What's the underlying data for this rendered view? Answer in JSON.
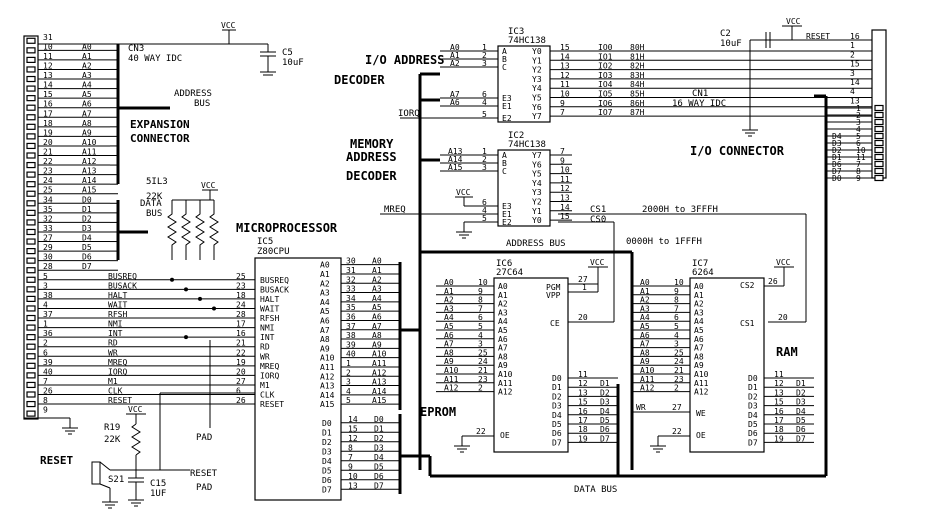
{
  "labels": {
    "vcc": "VCC",
    "cn3": "CN3",
    "cn3_desc": "40 WAY IDC",
    "address_bus": "ADDRESS",
    "address_bus2": "BUS",
    "expansion1": "EXPANSION",
    "expansion2": "CONNECTOR",
    "data_bus1": "DATA",
    "data_bus2": "BUS",
    "sil": "5IL3",
    "sil_val": "22K",
    "microprocessor": "MICROPROCESSOR",
    "ic5": "IC5",
    "ic5_part": "Z80CPU",
    "io_dec1": "I/O ADDRESS",
    "io_dec2": "DECODER",
    "mem_dec1": "MEMORY",
    "mem_dec2": "ADDRESS",
    "mem_dec3": "DECODER",
    "ic3": "IC3",
    "ic3_part": "74HC138",
    "ic2": "IC2",
    "ic2_part": "74HC138",
    "c5": "C5",
    "c5_val": "10uF",
    "c2": "C2",
    "c2_val": "10uF",
    "cn1": "CN1",
    "cn1_desc": "16 WAY IDC",
    "io_connector": "I/O CONNECTOR",
    "reset_conn": "RESET",
    "iorq": "IORQ",
    "mreq": "MREQ",
    "cs1": "CS1",
    "cs0": "CS0",
    "range1": "2000H to 3FFFH",
    "range0": "0000H to 1FFFH",
    "addr_bus_bottom": "ADDRESS BUS",
    "ic6": "IC6",
    "ic6_part": "27C64",
    "ic7": "IC7",
    "ic7_part": "6264",
    "eprom": "EPROM",
    "ram": "RAM",
    "data_bus_bottom": "DATA BUS",
    "r19": "R19",
    "r19_val": "22K",
    "reset": "RESET",
    "s21": "S21",
    "c15": "C15",
    "c15_val": "1UF",
    "pad": "PAD",
    "reset_pad1": "RESET",
    "reset_pad2": "PAD"
  },
  "cn3_pins": [
    {
      "n": "31",
      "s": ""
    },
    {
      "n": "10",
      "s": "A0"
    },
    {
      "n": "11",
      "s": "A1"
    },
    {
      "n": "12",
      "s": "A2"
    },
    {
      "n": "13",
      "s": "A3"
    },
    {
      "n": "14",
      "s": "A4"
    },
    {
      "n": "15",
      "s": "A5"
    },
    {
      "n": "16",
      "s": "A6"
    },
    {
      "n": "17",
      "s": "A7"
    },
    {
      "n": "18",
      "s": "A8"
    },
    {
      "n": "19",
      "s": "A9"
    },
    {
      "n": "20",
      "s": "A10"
    },
    {
      "n": "21",
      "s": "A11"
    },
    {
      "n": "22",
      "s": "A12"
    },
    {
      "n": "23",
      "s": "A13"
    },
    {
      "n": "24",
      "s": "A14"
    },
    {
      "n": "25",
      "s": "A15"
    },
    {
      "n": "34",
      "s": "D0"
    },
    {
      "n": "35",
      "s": "D1"
    },
    {
      "n": "32",
      "s": "D2"
    },
    {
      "n": "33",
      "s": "D3"
    },
    {
      "n": "27",
      "s": "D4"
    },
    {
      "n": "29",
      "s": "D5"
    },
    {
      "n": "30",
      "s": "D6"
    },
    {
      "n": "28",
      "s": "D7"
    },
    {
      "n": "5",
      "s": "BUSREQ"
    },
    {
      "n": "3",
      "s": "BUSACK"
    },
    {
      "n": "38",
      "s": "HALT"
    },
    {
      "n": "4",
      "s": "WAIT"
    },
    {
      "n": "37",
      "s": "RFSH"
    },
    {
      "n": "1",
      "s": "NMI"
    },
    {
      "n": "36",
      "s": "INT"
    },
    {
      "n": "2",
      "s": "RD"
    },
    {
      "n": "6",
      "s": "WR"
    },
    {
      "n": "39",
      "s": "MREQ"
    },
    {
      "n": "40",
      "s": "IORQ"
    },
    {
      "n": "7",
      "s": "M1"
    },
    {
      "n": "26",
      "s": "CLK"
    },
    {
      "n": "8",
      "s": "RESET"
    },
    {
      "n": "9",
      "s": ""
    }
  ],
  "cpu_ctrl": [
    {
      "n": "25",
      "s": "BUSREQ"
    },
    {
      "n": "23",
      "s": "BUSACK"
    },
    {
      "n": "18",
      "s": "HALT"
    },
    {
      "n": "24",
      "s": "WAIT"
    },
    {
      "n": "28",
      "s": "RFSH"
    },
    {
      "n": "17",
      "s": "NMI"
    },
    {
      "n": "16",
      "s": "INT"
    },
    {
      "n": "21",
      "s": "RD"
    },
    {
      "n": "22",
      "s": "WR"
    },
    {
      "n": "19",
      "s": "MREQ"
    },
    {
      "n": "20",
      "s": "IORQ"
    },
    {
      "n": "27",
      "s": "M1"
    },
    {
      "n": "6",
      "s": "CLK"
    },
    {
      "n": "26",
      "s": "RESET"
    }
  ],
  "cpu_addr": [
    {
      "s": "A0",
      "n": "30",
      "o": "A0"
    },
    {
      "s": "A1",
      "n": "31",
      "o": "A1"
    },
    {
      "s": "A2",
      "n": "32",
      "o": "A2"
    },
    {
      "s": "A3",
      "n": "33",
      "o": "A3"
    },
    {
      "s": "A4",
      "n": "34",
      "o": "A4"
    },
    {
      "s": "A5",
      "n": "35",
      "o": "A5"
    },
    {
      "s": "A6",
      "n": "36",
      "o": "A6"
    },
    {
      "s": "A7",
      "n": "37",
      "o": "A7"
    },
    {
      "s": "A8",
      "n": "38",
      "o": "A8"
    },
    {
      "s": "A9",
      "n": "39",
      "o": "A9"
    },
    {
      "s": "A10",
      "n": "40",
      "o": "A10"
    },
    {
      "s": "A11",
      "n": "1",
      "o": "A11"
    },
    {
      "s": "A12",
      "n": "2",
      "o": "A12"
    },
    {
      "s": "A13",
      "n": "3",
      "o": "A13"
    },
    {
      "s": "A14",
      "n": "4",
      "o": "A14"
    },
    {
      "s": "A15",
      "n": "5",
      "o": "A15"
    }
  ],
  "cpu_data": [
    {
      "s": "D0",
      "n": "14",
      "o": "D0"
    },
    {
      "s": "D1",
      "n": "15",
      "o": "D1"
    },
    {
      "s": "D2",
      "n": "12",
      "o": "D2"
    },
    {
      "s": "D3",
      "n": "8",
      "o": "D3"
    },
    {
      "s": "D4",
      "n": "7",
      "o": "D4"
    },
    {
      "s": "D5",
      "n": "9",
      "o": "D5"
    },
    {
      "s": "D6",
      "n": "10",
      "o": "D6"
    },
    {
      "s": "D7",
      "n": "13",
      "o": "D7"
    }
  ],
  "ic3_in": [
    {
      "a": "A0",
      "n": "1",
      "p": "A"
    },
    {
      "a": "A1",
      "n": "2",
      "p": "B"
    },
    {
      "a": "A2",
      "n": "3",
      "p": "C"
    },
    {
      "a": "A7",
      "n": "6",
      "p": "E3"
    },
    {
      "a": "A6",
      "n": "4",
      "p": "E1"
    },
    {
      "a": "",
      "n": "5",
      "p": "E2"
    }
  ],
  "ic3_out": [
    {
      "p": "Y0",
      "n": "15",
      "io": "IO0",
      "h": "80H"
    },
    {
      "p": "Y1",
      "n": "14",
      "io": "IO1",
      "h": "81H"
    },
    {
      "p": "Y2",
      "n": "13",
      "io": "IO2",
      "h": "82H"
    },
    {
      "p": "Y3",
      "n": "12",
      "io": "IO3",
      "h": "83H"
    },
    {
      "p": "Y4",
      "n": "11",
      "io": "IO4",
      "h": "84H"
    },
    {
      "p": "Y5",
      "n": "10",
      "io": "IO5",
      "h": "85H"
    },
    {
      "p": "Y6",
      "n": "9",
      "io": "IO6",
      "h": "86H"
    },
    {
      "p": "Y7",
      "n": "7",
      "io": "IO7",
      "h": "87H"
    }
  ],
  "ic2_in": [
    {
      "a": "A13",
      "n": "1",
      "p": "A"
    },
    {
      "a": "A14",
      "n": "2",
      "p": "B"
    },
    {
      "a": "A15",
      "n": "3",
      "p": "C"
    },
    {
      "a": "",
      "n": "6",
      "p": "E3"
    },
    {
      "a": "",
      "n": "4",
      "p": "E1"
    },
    {
      "a": "",
      "n": "5",
      "p": "E2"
    }
  ],
  "ic2_out": [
    {
      "p": "Y7",
      "n": "7"
    },
    {
      "p": "Y6",
      "n": "9"
    },
    {
      "p": "Y5",
      "n": "10"
    },
    {
      "p": "Y4",
      "n": "11"
    },
    {
      "p": "Y3",
      "n": "12"
    },
    {
      "p": "Y2",
      "n": "13"
    },
    {
      "p": "Y1",
      "n": "14"
    },
    {
      "p": "Y0",
      "n": "15"
    }
  ],
  "cn1_pins": [
    {
      "n": "1",
      "s": ""
    },
    {
      "n": "2",
      "s": ""
    },
    {
      "n": "3",
      "s": ""
    },
    {
      "n": "4",
      "s": ""
    },
    {
      "n": "5",
      "s": "D4"
    },
    {
      "n": "6",
      "s": "D3"
    },
    {
      "n": "10",
      "s": "D2"
    },
    {
      "n": "11",
      "s": "D1"
    },
    {
      "n": "7",
      "s": "D6"
    },
    {
      "n": "8",
      "s": "D7"
    },
    {
      "n": "9",
      "s": "D0"
    }
  ],
  "cn1_top": [
    {
      "n": "16",
      "s": "RESET"
    },
    {
      "n": "1",
      "s": ""
    },
    {
      "n": "2",
      "s": ""
    },
    {
      "n": "15",
      "s": ""
    },
    {
      "n": "3",
      "s": ""
    },
    {
      "n": "14",
      "s": ""
    },
    {
      "n": "4",
      "s": ""
    },
    {
      "n": "13",
      "s": ""
    }
  ],
  "mem_addr": [
    {
      "a": "A0",
      "n": "10",
      "p": "A0"
    },
    {
      "a": "A1",
      "n": "9",
      "p": "A1"
    },
    {
      "a": "A2",
      "n": "8",
      "p": "A2"
    },
    {
      "a": "A3",
      "n": "7",
      "p": "A3"
    },
    {
      "a": "A4",
      "n": "6",
      "p": "A4"
    },
    {
      "a": "A5",
      "n": "5",
      "p": "A5"
    },
    {
      "a": "A6",
      "n": "4",
      "p": "A6"
    },
    {
      "a": "A7",
      "n": "3",
      "p": "A7"
    },
    {
      "a": "A8",
      "n": "25",
      "p": "A8"
    },
    {
      "a": "A9",
      "n": "24",
      "p": "A9"
    },
    {
      "a": "A10",
      "n": "21",
      "p": "A10"
    },
    {
      "a": "A11",
      "n": "23",
      "p": "A11"
    },
    {
      "a": "A12",
      "n": "2",
      "p": "A12"
    }
  ],
  "mem_data": [
    {
      "p": "D0",
      "n": "11",
      "d": ""
    },
    {
      "p": "D1",
      "n": "12",
      "d": "D1"
    },
    {
      "p": "D2",
      "n": "13",
      "d": "D2"
    },
    {
      "p": "D3",
      "n": "15",
      "d": "D3"
    },
    {
      "p": "D4",
      "n": "16",
      "d": "D4"
    },
    {
      "p": "D5",
      "n": "17",
      "d": "D5"
    },
    {
      "p": "D6",
      "n": "18",
      "d": "D6"
    },
    {
      "p": "D7",
      "n": "19",
      "d": "D7"
    }
  ],
  "eprom_ctrl": [
    {
      "s": "PGM",
      "n": "27"
    },
    {
      "s": "VPP",
      "n": "1"
    },
    {
      "s": "CE",
      "n": "20"
    },
    {
      "s": "OE",
      "n": "22"
    }
  ],
  "ram_ctrl": [
    {
      "s": "CS2",
      "n": "26"
    },
    {
      "s": "CS1",
      "n": "20"
    },
    {
      "s": "WE",
      "n": "27"
    },
    {
      "s": "OE",
      "n": "22"
    },
    {
      "s": "WR",
      "n": ""
    }
  ]
}
